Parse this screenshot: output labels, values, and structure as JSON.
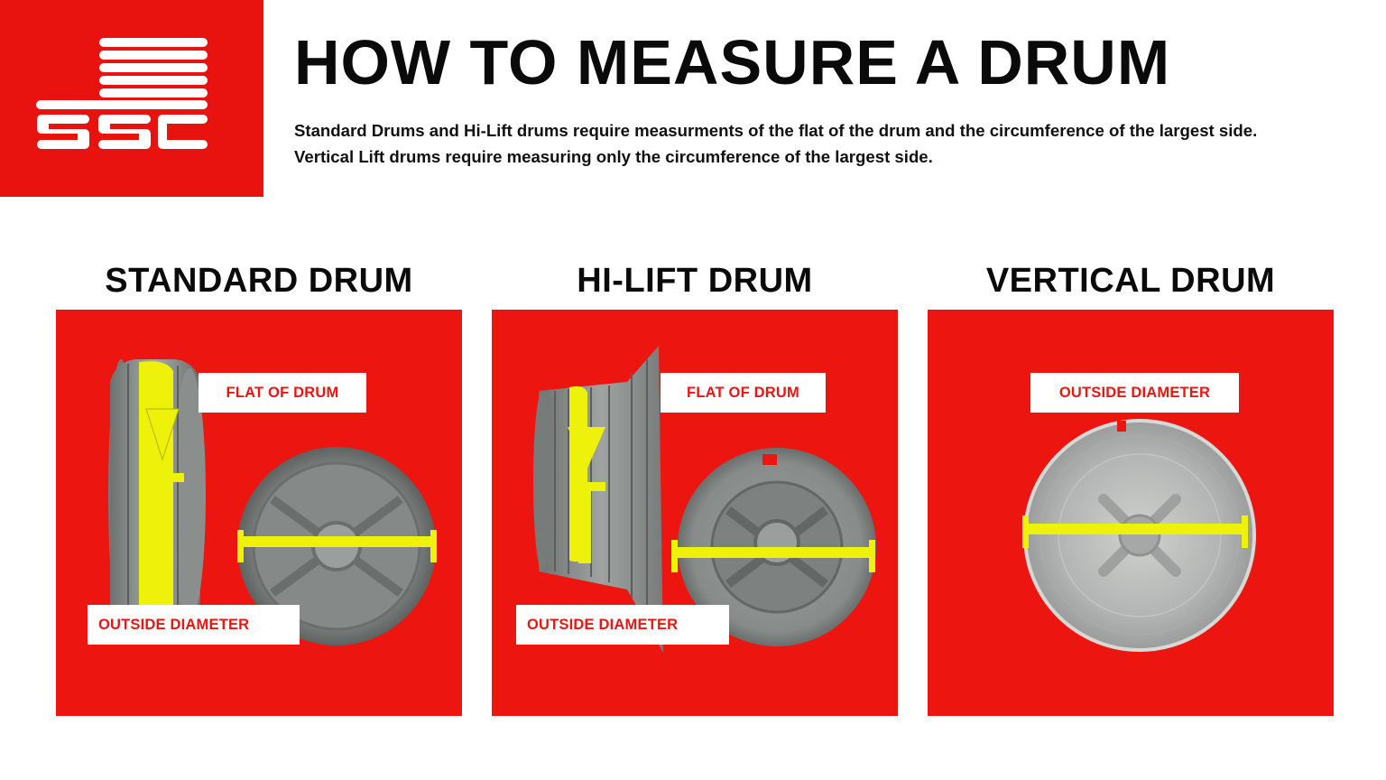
{
  "brand": {
    "logo_text": "SSC",
    "logo_bg": "#e8130f"
  },
  "header": {
    "title": "HOW TO MEASURE A DRUM",
    "subtitle": "Standard Drums and Hi-Lift drums require measurments of the flat of the drum and the circumference of the largest side. Vertical Lift drums require measuring only the circumference of the largest side."
  },
  "colors": {
    "panel_red": "#ec1510",
    "highlight_yellow": "#eef20a",
    "drum_gray": "#8e9290"
  },
  "sections": [
    {
      "title": "STANDARD DRUM",
      "labels": {
        "flat": "FLAT OF DRUM",
        "diameter": "OUTSIDE DIAMETER"
      }
    },
    {
      "title": "HI-LIFT DRUM",
      "labels": {
        "flat": "FLAT OF DRUM",
        "diameter": "OUTSIDE DIAMETER"
      }
    },
    {
      "title": "VERTICAL DRUM",
      "labels": {
        "diameter": "OUTSIDE DIAMETER"
      }
    }
  ]
}
